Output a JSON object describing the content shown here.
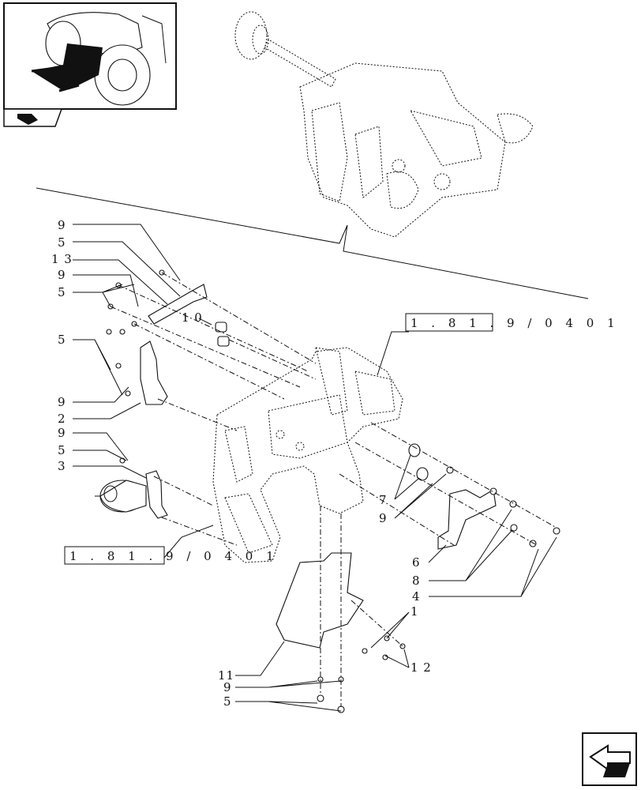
{
  "callouts": {
    "c9a": "9",
    "c5a": "5",
    "c13": "1 3",
    "c9b": "9",
    "c5b": "5",
    "c10": "1 0",
    "c5c": "5",
    "c9c": "9",
    "c2": "2",
    "c9d": "9",
    "c5d": "5",
    "c3": "3",
    "c7": "7",
    "c9e": "9",
    "c6": "6",
    "c8": "8",
    "c4": "4",
    "c1": "1",
    "c12": "1 2",
    "c11": "11",
    "c9f": "9",
    "c5e": "5"
  },
  "refs": {
    "top": "1 . 8 1 . 9 / 0 4   0 1",
    "left": "1 . 8 1 . 9 / 0 4   0 1"
  },
  "icons": {
    "thumbnail": "tractor-location-thumbnail",
    "section": "part-section-icon",
    "nav": "next-page-arrow-icon"
  }
}
